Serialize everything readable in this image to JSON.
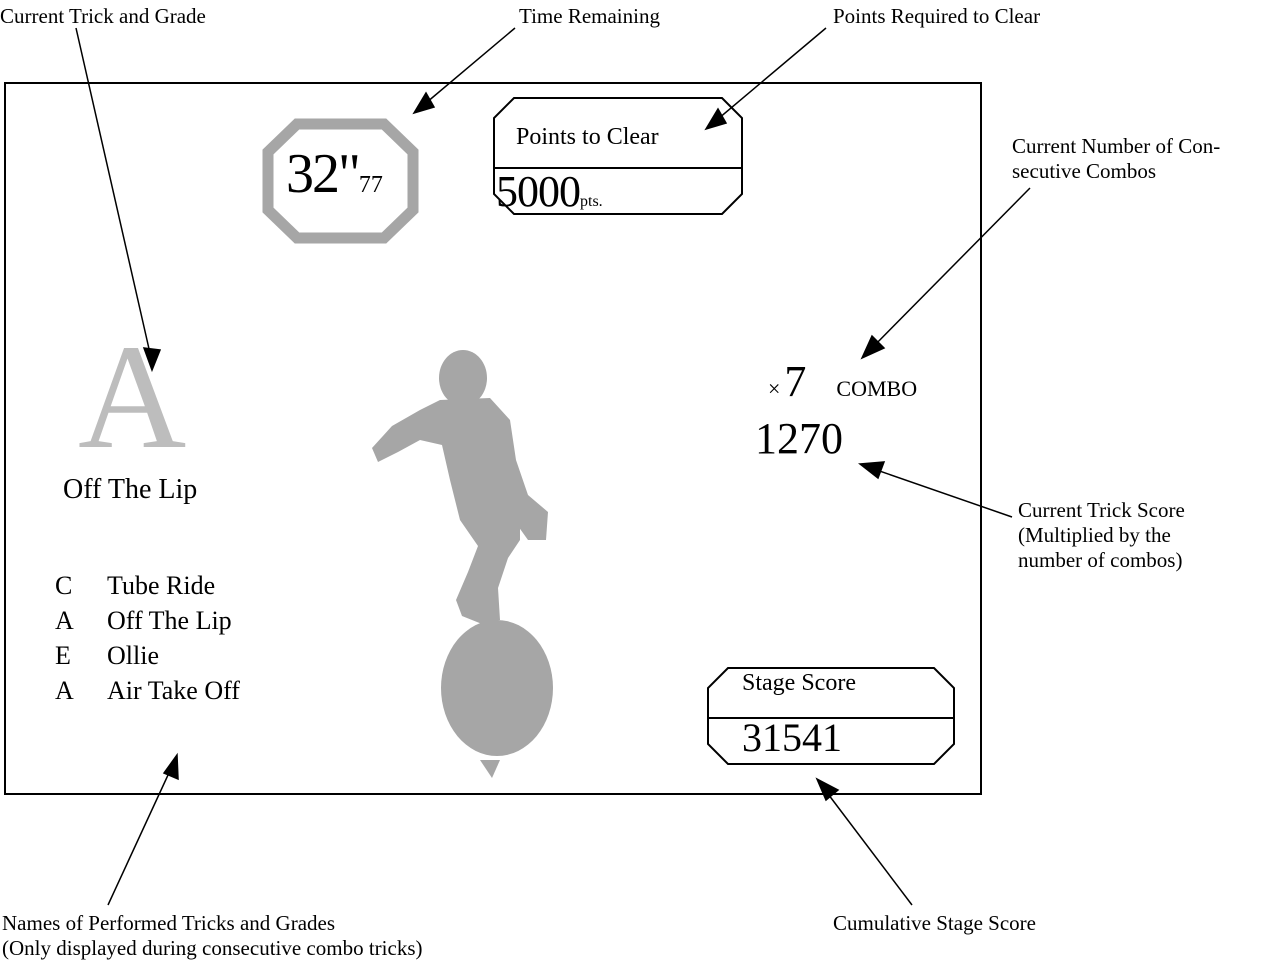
{
  "callouts": {
    "current_trick_grade": "Current Trick and Grade",
    "time_remaining": "Time Remaining",
    "points_required": "Points Required to Clear",
    "combo_count_line1": "Current Number of Con-",
    "combo_count_line2": "secutive Combos",
    "trick_score_line1": "Current Trick Score",
    "trick_score_line2": "(Multiplied by the",
    "trick_score_line3": "number of combos)",
    "performed_line1": "Names of Performed Tricks and Grades",
    "performed_line2": "(Only displayed during consecutive combo tricks)",
    "cumulative": "Cumulative Stage Score"
  },
  "hud": {
    "timer": {
      "seconds": "32\"",
      "hundredths": "77"
    },
    "points_to_clear": {
      "label": "Points to Clear",
      "value": "5000",
      "unit": "pts."
    },
    "current_grade": "A",
    "current_trick": "Off The Lip",
    "trick_list": [
      {
        "grade": "C",
        "name": "Tube Ride"
      },
      {
        "grade": "A",
        "name": "Off The Lip"
      },
      {
        "grade": "E",
        "name": "Ollie"
      },
      {
        "grade": "A",
        "name": "Air Take Off"
      }
    ],
    "combo": {
      "prefix": "×",
      "count": "7",
      "word": "COMBO"
    },
    "trick_score": "1270",
    "stage_score": {
      "label": "Stage Score",
      "value": "31541"
    }
  },
  "colors": {
    "hud_gray": "#a6a6a6",
    "grade_gray": "#bdbdbd",
    "line": "#000000"
  }
}
